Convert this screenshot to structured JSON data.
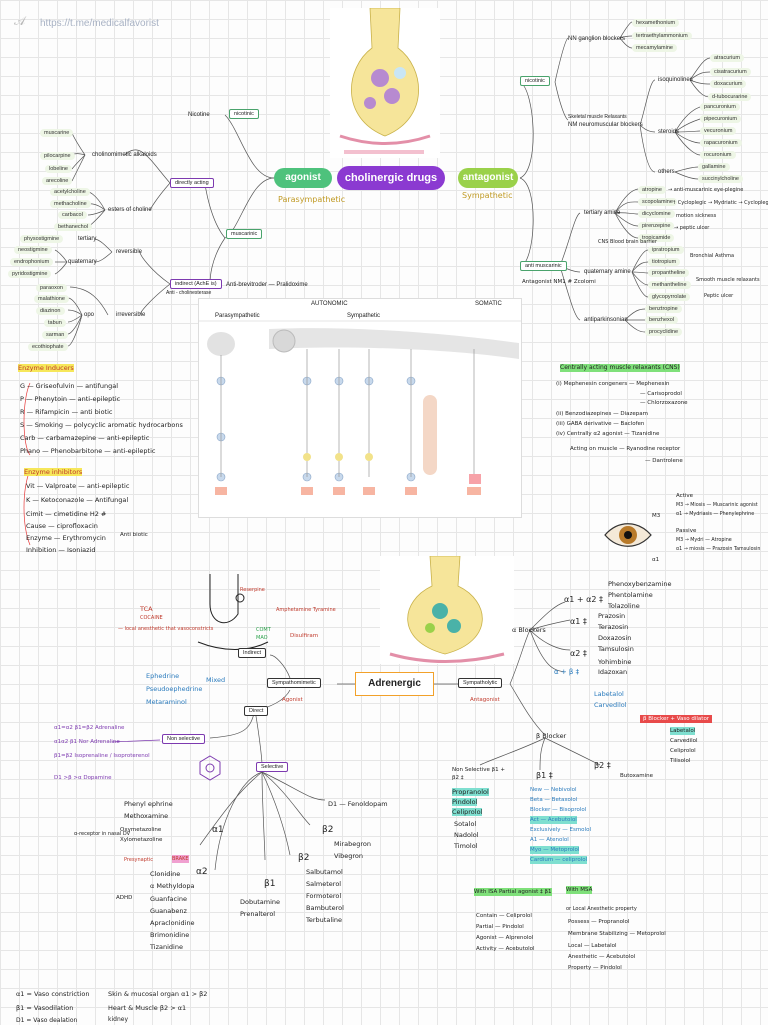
{
  "header": {
    "url": "https://t.me/medicalfavorist",
    "logo": "𝒜"
  },
  "cholinergic": {
    "center": "cholinergic drugs",
    "agonist": "agonist",
    "antagonist": "antagonist",
    "parasym": "Parasympathetic",
    "sym": "Sympathetic",
    "nicotine": "Nicotine",
    "nicotinic": "nicotinic",
    "muscarinic": "muscarinic",
    "direct": "directly acting",
    "indirect": "indirect (AchE is)",
    "anti_che": "Anti - cholinesterase",
    "cholinomimetic": "cholinomimetic alkaloids",
    "esters": "esters of choline",
    "alkaloids": [
      "muscarine",
      "pilocarpine",
      "lobeline",
      "arecoline"
    ],
    "esters_list": [
      "acetylcholine",
      "methacholine",
      "carbacol",
      "bethanechol"
    ],
    "tertiary": "tertiary",
    "quaternary": "quaternary",
    "reversible": "reversible",
    "irreversible": "irreversible",
    "opo": "opo",
    "tertiary_list": [
      "physostigmine"
    ],
    "quaternary_list": [
      "neostigmine",
      "endrophonium",
      "pyridostigmine"
    ],
    "irrev_list": [
      "paraoxon",
      "malathione",
      "diazinon",
      "tabun",
      "sarman",
      "ecothiophate"
    ],
    "anti_brevi": "Anti-brevitroder — Pralidoxime",
    "ant_nicotinic": "nicotinic",
    "ganglion": "NN ganglion blockers",
    "ganglion_list": [
      "hexamethonium",
      "tertraethylammonium",
      "mecamylamine"
    ],
    "skeletal": "Skeletal muscle Relaxants",
    "nm_block": "NM neuromuscular blockers",
    "isoquin": "isoquinolines",
    "isoquin_list": [
      "atracurium",
      "cisatracurium",
      "doxacurium",
      "d-tubocurarine"
    ],
    "steroids": "steroids",
    "steroid_list": [
      "pancuronium",
      "pipecuronium",
      "vecuronium",
      "rapacuronium",
      "rocuronium"
    ],
    "others": "others",
    "others_list": [
      "gallamine",
      "succinylcholine"
    ],
    "ant_muscarinic": "anti muscarinic",
    "tertiary_amine": "tertiary amine",
    "quaternary_amine": "quaternary amine",
    "antiparkinsonian": "antiparkinsonian",
    "tert_list": [
      "atropine",
      "scopolamine",
      "dicyclomine",
      "pirenzepine",
      "tropicamide"
    ],
    "quat_list": [
      "ipratropium",
      "tiotropium",
      "propantheline",
      "methantheline",
      "glycopyrrolate"
    ],
    "park_list": [
      "benztropine",
      "benzhexol",
      "procyclidine"
    ],
    "atropine_note": "→ anti-muscarinic  eye-plegine",
    "scop_note": "↑ Cycloplegic → Mydriatic  → Cycloplegic",
    "dicy_note": "motion sickness",
    "pirenz_note": "→ peptic ulcer",
    "ipra_note": "Bronchial Asthma",
    "prop_note": "Smooth muscle relaxants",
    "peptic": "Peptic ulcer",
    "cns": "CNS Blood brain barrier",
    "antagonist_note": "Antagonist NM1 # Zcolomi",
    "autonomic": "AUTONOMIC",
    "somatic": "SOMATIC",
    "parasympathetic_hdr": "Parasympathetic",
    "sympathetic_hdr": "Sympathetic"
  },
  "enzyme": {
    "inducers_title": "Enzyme Inducers",
    "inducers": [
      "G — Griseofulvin — antifungal",
      "P — Phenytoin — anti-epileptic",
      "R — Rifampicin — anti biotic",
      "S — Smoking — polycyclic aromatic hydrocarbons",
      "Carb — carbamazepine — anti-epileptic",
      "Phano — Phenobarbitone — anti-epileptic"
    ],
    "inhibitors_title": "Enzyme inhibitors",
    "inhibitors": [
      "Vit — Valproate — anti-epileptic",
      "K — Ketoconazole — Antifungal",
      "Cimit — cimetidine H2 #",
      "Cause — ciprofloxacin",
      "Enzyme — Erythromycin",
      "Inhibition — Isoniazid"
    ],
    "antibiotic": "Anti biotic"
  },
  "muscle_relax": {
    "title": "Centrally acting muscle relaxants (CNS)",
    "items": [
      "(i) Mephenesin congeners — Mephenesin",
      "— Carisoprodol",
      "— Chlorzoxazone",
      "(ii) Benzodiazepines — Diazepam",
      "(iii) GABA derivative — Baclofen",
      "(iv) Centrally α2 agonist — Tizanidine",
      "Acting on muscle — Ryanodine receptor",
      "— Dantrolene"
    ]
  },
  "eye": {
    "active": "Active",
    "m3": "M3",
    "a1": "α1",
    "notes": [
      "M3 → Miosis — Muscarinic agonist",
      "α1 → Mydriasis — Phenylephrine",
      "Passive",
      "M3 → Mydri — Atropine",
      "α1 → miosis — Prazosin Tamsulosin"
    ]
  },
  "adrenergic": {
    "center": "Adrenergic",
    "sympathomimetic": "Sympathomimetic",
    "sympatholytic": "Sympatholytic",
    "agonist": "Agonist",
    "antagonist": "Antagonist",
    "indirect": "Indirect",
    "direct": "Direct",
    "mixed": "Mixed",
    "mixed_list": [
      "Ephedrine",
      "Pseudoephedrine",
      "Metaraminol"
    ],
    "tca": "TCA",
    "cocaine": "COCAINE",
    "local_anes": "— local anesthetic that vasoconstricts",
    "amph": "Amphetamine Tyramine",
    "reserpine": "Reserpine",
    "comt": "COMT",
    "mao": "MAO",
    "disulfiram": "Disulfiram",
    "nonselective": "Non selective",
    "selective": "Selective",
    "ns_list": [
      "α1=α2 β1=β2 Adrenaline",
      "α1α2 β1 Nor Adrenaline",
      "β1=β2 Isoprenaline / Isoproterenol",
      "D1 >β >α Dopamine"
    ],
    "a1": "α1",
    "a1_list": [
      "Phenyl ephrine",
      "Methoxamine",
      "Oxymetazoline",
      "Xylometazoline"
    ],
    "a1_note": "α-receptor in nasal DV",
    "d1": "D1 — Fenoldopam",
    "b2": "β2",
    "b2_list": [
      "Mirabegron",
      "Vibegron"
    ],
    "a2": "α2",
    "a2_list": [
      "Clonidine",
      "α Methyldopa",
      "Guanfacine",
      "Guanabenz",
      "Apraclonidine",
      "Brimonidine",
      "Tizanidine"
    ],
    "adhd": "ADHD",
    "brake": "BRAKE",
    "presyn": "Presynaptic",
    "b1": "β1",
    "b1_list": [
      "Dobutamine",
      "Prenalterol"
    ],
    "b2b": "β2",
    "b2b_list": [
      "Salbutamol",
      "Salmeterol",
      "Formoterol",
      "Bambuterol",
      "Terbutaline"
    ],
    "blockers": "α Blockers",
    "a1a2": "α1 + α2 ‡",
    "a1a2_list": [
      "Phenoxybenzamine",
      "Phentolamine",
      "Tolazoline"
    ],
    "a1b": "α1 ‡",
    "a1b_list": [
      "Prazosin",
      "Terazosin",
      "Doxazosin",
      "Tamsulosin"
    ],
    "a2b": "α2 ‡",
    "a2b_list": [
      "Yohimbine",
      "Idazoxan"
    ],
    "ab": "α + β ‡",
    "ab_list": [
      "Labetalol",
      "Carvedilol"
    ],
    "beta_blocker": "β Blocker",
    "vaso": "β Blocker + Vaso dilator",
    "vaso_list": [
      "Labetalol",
      "Carvedilol",
      "Celiprolol",
      "Tilisolol"
    ],
    "nonsel_b": "Non Selective β1 + β2 ‡",
    "nonsel_b_list": [
      "Propranolol",
      "Pindolol",
      "Celiprolol",
      "Sotalol",
      "Nadolol",
      "Timolol"
    ],
    "b1s": "β1 ‡",
    "b1s_list": [
      "New — Nebivolol",
      "Beta — Betaxolol",
      "Blocker — Bisoprolol",
      "Act — Acebutolol",
      "Exclusively — Esmolol",
      "A1 — Atenolol",
      "Myo — Metoprolol",
      "Cardium — celiprolol"
    ],
    "b2s": "β2 ‡",
    "b2s_list": [
      "Butoxamine"
    ],
    "isa_title": "With ISA Partial agonist ‡ β1",
    "isa_list": [
      "Contain — Celiprolol",
      "Partial — Pindolol",
      "Agonist — Alprenolol",
      "Activity — Acebutolol"
    ],
    "msa_title": "With MSA",
    "msa_sub": "or Local Anesthetic property",
    "msa_list": [
      "Possess — Propranolol",
      "Membrane Stabilizing — Metoprolol",
      "Local — Labetalol",
      "Anesthetic — Acebutolol",
      "Property — Pindolol"
    ],
    "footer": [
      "α1 = Vaso constriction",
      "β1 = Vasodilation",
      "D1 = Vaso dealation",
      "Skin & mucosal organ α1 > β2",
      "Heart & Muscle  β2 > α1",
      "kidney"
    ]
  }
}
